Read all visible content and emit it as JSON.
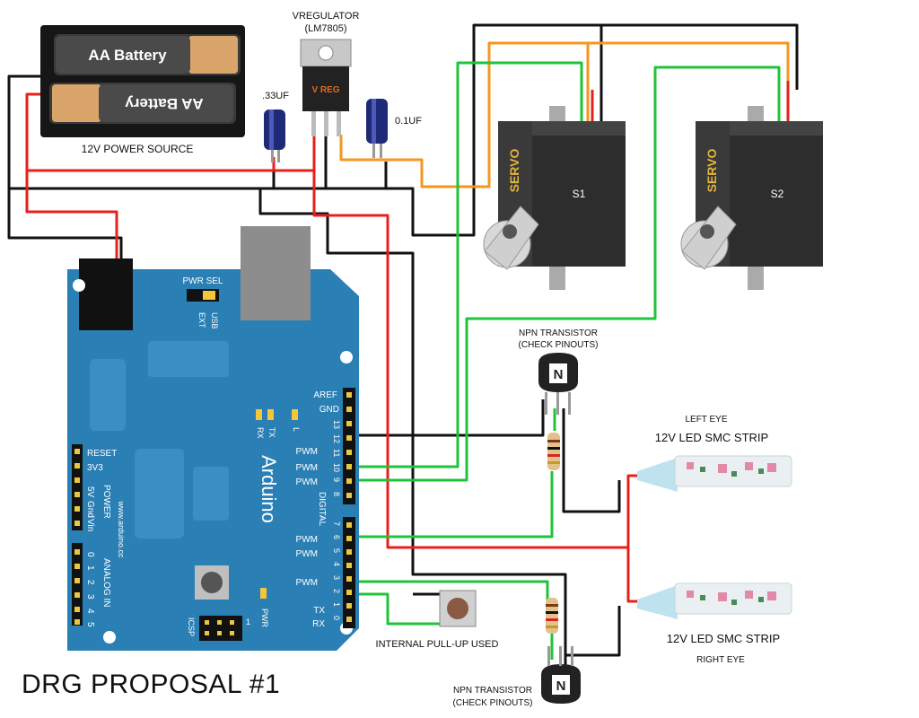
{
  "title": "DRG PROPOSAL #1",
  "power": {
    "battery_top": "AA Battery",
    "battery_bottom": "AA Battery",
    "caption": "12V POWER SOURCE"
  },
  "regulator": {
    "label_line1": "VREGULATOR",
    "label_line2": "(LM7805)",
    "chip_text": "V REG"
  },
  "capacitors": {
    "left": ".33UF",
    "right": "0.1UF"
  },
  "servos": [
    {
      "brand": "SERVO",
      "label": "S1"
    },
    {
      "brand": "SERVO",
      "label": "S2"
    }
  ],
  "transistors": [
    {
      "line1": "NPN TRANSISTOR",
      "line2": "(CHECK PINOUTS)",
      "glyph": "N"
    },
    {
      "line1": "NPN TRANSISTOR",
      "line2": "(CHECK PINOUTS)",
      "glyph": "N"
    }
  ],
  "led_strips": {
    "left_eye_label": "LEFT EYE",
    "left_strip_label": "12V LED SMC STRIP",
    "right_strip_label": "12V LED SMC STRIP",
    "right_eye_label": "RIGHT EYE"
  },
  "button_label": "INTERNAL PULL-UP USED",
  "arduino": {
    "brand": "Arduino",
    "website": "www.arduino.cc",
    "pwr_sel": "PWR SEL",
    "ext": "EXT",
    "usb": "USB",
    "aref": "AREF",
    "gnd": "GND",
    "tx_led": "TX",
    "rx_led": "RX",
    "l_led": "L",
    "digital": "DIGITAL",
    "reset": "RESET",
    "v3": "3V3",
    "v5": "5V",
    "gnd_power": "Gnd",
    "vin": "Vin",
    "power": "POWER",
    "analog_in": "ANALOG IN",
    "icsp": "ICSP",
    "pwr_led": "PWR",
    "icsp_one": "1",
    "pin_tx": "TX",
    "pin_rx": "RX",
    "pwm_labels": [
      "PWM",
      "PWM",
      "PWM",
      "PWM",
      "PWM",
      "PWM"
    ],
    "digital_top_pins": [
      "13",
      "12",
      "11",
      "10",
      "9",
      "8"
    ],
    "digital_bottom_pins": [
      "7",
      "6",
      "5",
      "4",
      "3",
      "2",
      "1",
      "0"
    ],
    "analog_pins": [
      "0",
      "1",
      "2",
      "3",
      "4",
      "5"
    ]
  },
  "colors": {
    "wire_black": "#111111",
    "wire_red": "#e8201c",
    "wire_green": "#1fc43a",
    "wire_orange": "#f5961e",
    "board_blue": "#2a7fb4",
    "servo_body": "#2d2d2d"
  }
}
